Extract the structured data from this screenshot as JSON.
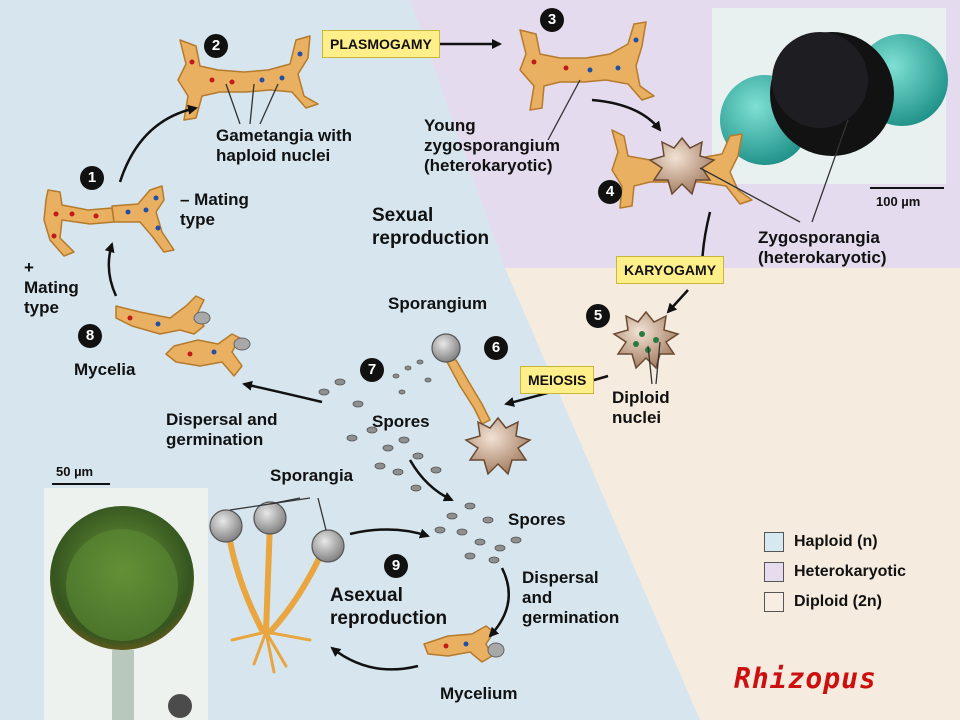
{
  "labels": {
    "gametangia": "Gametangia with\nhaploid nuclei",
    "minus_mating": "– Mating\ntype",
    "plus_mating": "+\nMating\ntype",
    "mycelia": "Mycelia",
    "young_zygo": "Young\nzygosporangium\n(heterokaryotic)",
    "zygosporangia": "Zygosporangia\n(heterokaryotic)",
    "sporangium": "Sporangium",
    "spores_upper": "Spores",
    "dispersal_upper": "Dispersal and\ngermination",
    "diploid_nuclei": "Diploid\nnuclei",
    "sporangia": "Sporangia",
    "spores_lower": "Spores",
    "dispersal_lower": "Dispersal\nand\ngermination",
    "mycelium": "Mycelium"
  },
  "stages": {
    "plasmogamy": "PLASMOGAMY",
    "karyogamy": "KARYOGAMY",
    "meiosis": "MEIOSIS"
  },
  "steps": [
    "1",
    "2",
    "3",
    "4",
    "5",
    "6",
    "7",
    "8",
    "9"
  ],
  "headings": {
    "sexual": "Sexual\nreproduction",
    "asexual": "Asexual\nreproduction"
  },
  "scale_bars": {
    "top": "100 µm",
    "bottom": "50 µm"
  },
  "legend": [
    {
      "label": "Haploid (n)",
      "color": "#d6e8f0"
    },
    {
      "label": "Heterokaryotic",
      "color": "#e6dcee"
    },
    {
      "label": "Diploid (2n)",
      "color": "#f7ede2"
    }
  ],
  "genus": "Rhizopus",
  "colors": {
    "haploid_region": "#d7e6ee",
    "heterokaryotic_region": "#e5dbee",
    "diploid_region": "#f5ebdf",
    "hypha": "#e8b060",
    "stage_box": "#ffef8a",
    "genus_text": "#cc1010"
  }
}
